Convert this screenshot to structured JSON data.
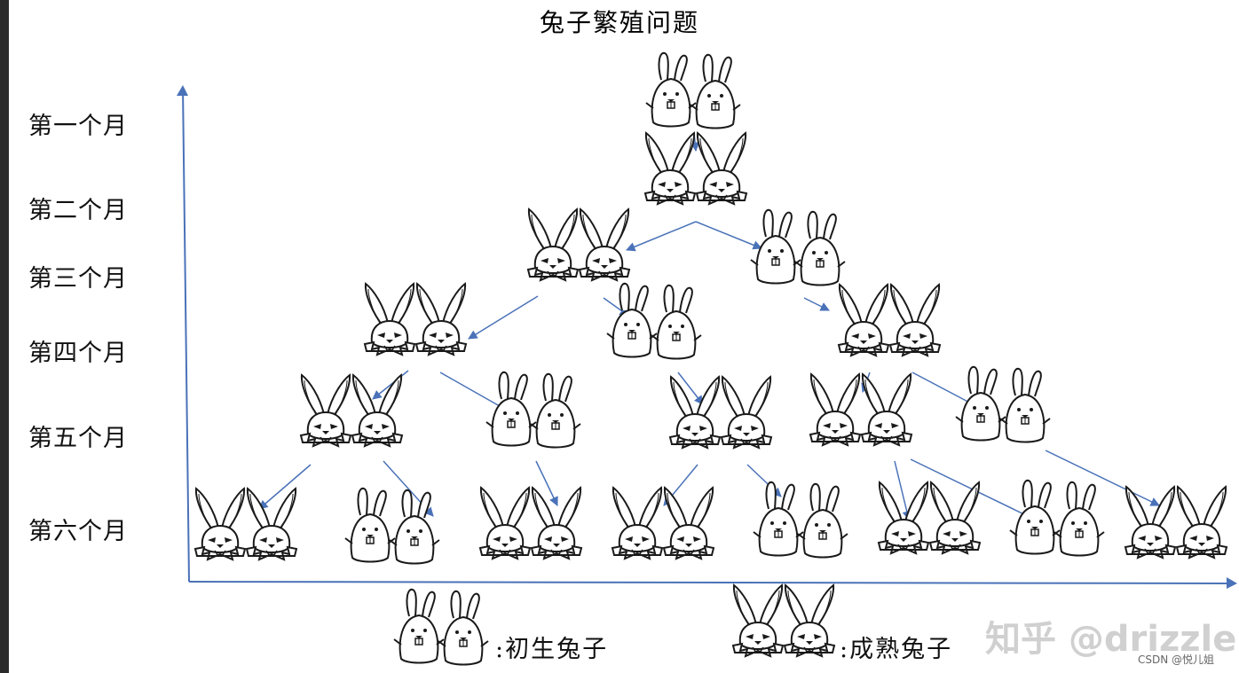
{
  "title": "兔子繁殖问题",
  "months": [
    "第一个月",
    "第二个月",
    "第三个月",
    "第四个月",
    "第五个月",
    "第六个月"
  ],
  "legend": {
    "baby_label": ":初生兔子",
    "adult_label": ":成熟兔子"
  },
  "rows": [
    [
      "baby"
    ],
    [
      "adult"
    ],
    [
      "adult",
      "baby"
    ],
    [
      "adult",
      "baby",
      "adult"
    ],
    [
      "adult",
      "baby",
      "adult",
      "adult",
      "baby"
    ],
    [
      "adult",
      "baby",
      "adult",
      "adult",
      "baby",
      "adult",
      "baby",
      "adult"
    ]
  ],
  "colors": {
    "arrow": "#4a72b8",
    "ink": "#1a1a1a"
  },
  "watermark": "知乎 @drizzle",
  "credit": "CSDN @悦儿姐"
}
